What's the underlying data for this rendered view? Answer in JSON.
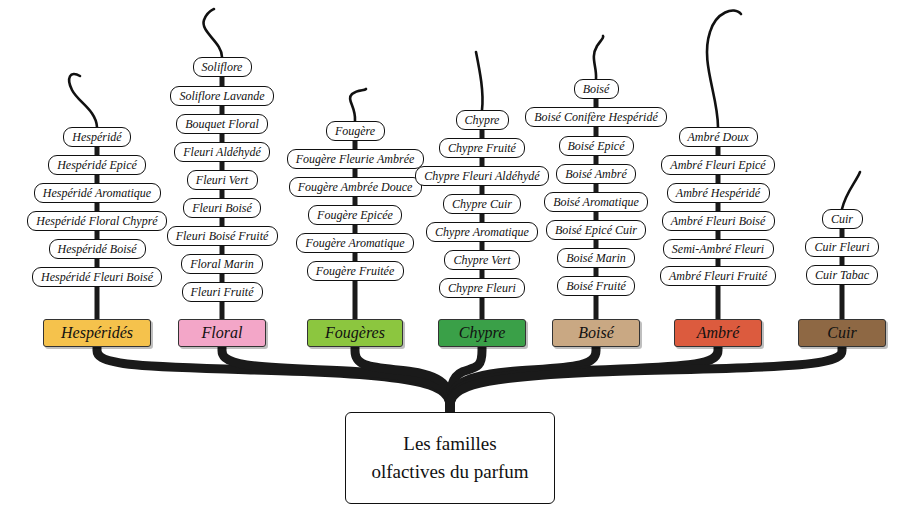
{
  "diagram": {
    "title": "Les familles olfactives du parfum",
    "nodes": [
      {
        "text": [
          "Les familles olfactives du parfum"
        ]
      },
      {
        "text": [
          "Hespéridés"
        ]
      },
      {
        "text": [
          "Hespéridé"
        ]
      },
      {
        "text": [
          "Hespéridé Epicé"
        ]
      },
      {
        "text": [
          "Hespéridé Aromatique"
        ]
      },
      {
        "text": [
          "Hespéridé Floral Chypré"
        ]
      },
      {
        "text": [
          "Hespéridé Boisé"
        ]
      },
      {
        "text": [
          "Hespéridé Fleuri Boisé"
        ]
      },
      {
        "text": [
          "Floral"
        ]
      },
      {
        "text": [
          "Soliflore"
        ]
      },
      {
        "text": [
          "Soliflore Lavande"
        ]
      },
      {
        "text": [
          "Bouquet Floral"
        ]
      },
      {
        "text": [
          "Fleuri Aldéhydé"
        ]
      },
      {
        "text": [
          "Fleuri Vert"
        ]
      },
      {
        "text": [
          "Fleuri Boisé"
        ]
      },
      {
        "text": [
          "Fleuri Boisé Fruité"
        ]
      },
      {
        "text": [
          "Floral Marin"
        ]
      },
      {
        "text": [
          "Fleuri Fruité"
        ]
      },
      {
        "text": [
          "Fougères"
        ]
      },
      {
        "text": [
          "Fougère"
        ]
      },
      {
        "text": [
          "Fougère Fleurie Ambrée"
        ]
      },
      {
        "text": [
          "Fougère Ambrée Douce"
        ]
      },
      {
        "text": [
          "Fougère Epicée"
        ]
      },
      {
        "text": [
          "Fougère Aromatique"
        ]
      },
      {
        "text": [
          "Fougère Fruitée"
        ]
      },
      {
        "text": [
          "Chypre"
        ]
      },
      {
        "text": [
          "Chypre"
        ]
      },
      {
        "text": [
          "Chypre Fruité"
        ]
      },
      {
        "text": [
          "Chypre Fleuri Aldéhydé"
        ]
      },
      {
        "text": [
          "Chypre Cuir"
        ]
      },
      {
        "text": [
          "Chypre Aromatique"
        ]
      },
      {
        "text": [
          "Chypre Vert"
        ]
      },
      {
        "text": [
          "Chypre Fleuri"
        ]
      },
      {
        "text": [
          "Boisé"
        ]
      },
      {
        "text": [
          "Boisé"
        ]
      },
      {
        "text": [
          "Boisé Conifère Hespéridé"
        ]
      },
      {
        "text": [
          "Boisé Epicé"
        ]
      },
      {
        "text": [
          "Boisé Ambré"
        ]
      },
      {
        "text": [
          "Boisé Aromatique"
        ]
      },
      {
        "text": [
          "Boisé Epicé Cuir"
        ]
      },
      {
        "text": [
          "Boisé Marin"
        ]
      },
      {
        "text": [
          "Boisé Fruité"
        ]
      },
      {
        "text": [
          "Ambré"
        ]
      },
      {
        "text": [
          "Ambré Doux"
        ]
      },
      {
        "text": [
          "Ambré Fleuri Epicé"
        ]
      },
      {
        "text": [
          "Ambré Hespéridé"
        ]
      },
      {
        "text": [
          "Ambré Fleuri Boisé"
        ]
      },
      {
        "text": [
          "Semi-Ambré Fleuri"
        ]
      },
      {
        "text": [
          "Ambré Fleuri Fruité"
        ]
      },
      {
        "text": [
          "Cuir"
        ]
      },
      {
        "text": [
          "Cuir"
        ]
      },
      {
        "text": [
          "Cuir Fleuri"
        ]
      },
      {
        "text": [
          "Cuir Tabac"
        ]
      }
    ],
    "edges": [
      {
        "from": 0,
        "to": 1,
        "arrow": "none"
      },
      {
        "from": 0,
        "to": 8,
        "arrow": "none"
      },
      {
        "from": 0,
        "to": 18,
        "arrow": "none"
      },
      {
        "from": 0,
        "to": 25,
        "arrow": "none"
      },
      {
        "from": 0,
        "to": 33,
        "arrow": "none"
      },
      {
        "from": 0,
        "to": 42,
        "arrow": "none"
      },
      {
        "from": 0,
        "to": 49,
        "arrow": "none"
      },
      {
        "from": 1,
        "to": 7,
        "arrow": "none"
      },
      {
        "from": 7,
        "to": 6,
        "arrow": "none"
      },
      {
        "from": 6,
        "to": 5,
        "arrow": "none"
      },
      {
        "from": 5,
        "to": 4,
        "arrow": "none"
      },
      {
        "from": 4,
        "to": 3,
        "arrow": "none"
      },
      {
        "from": 3,
        "to": 2,
        "arrow": "none"
      },
      {
        "from": 8,
        "to": 17,
        "arrow": "none"
      },
      {
        "from": 17,
        "to": 16,
        "arrow": "none"
      },
      {
        "from": 16,
        "to": 15,
        "arrow": "none"
      },
      {
        "from": 15,
        "to": 14,
        "arrow": "none"
      },
      {
        "from": 14,
        "to": 13,
        "arrow": "none"
      },
      {
        "from": 13,
        "to": 12,
        "arrow": "none"
      },
      {
        "from": 12,
        "to": 11,
        "arrow": "none"
      },
      {
        "from": 11,
        "to": 10,
        "arrow": "none"
      },
      {
        "from": 10,
        "to": 9,
        "arrow": "none"
      },
      {
        "from": 18,
        "to": 24,
        "arrow": "none"
      },
      {
        "from": 24,
        "to": 23,
        "arrow": "none"
      },
      {
        "from": 23,
        "to": 22,
        "arrow": "none"
      },
      {
        "from": 22,
        "to": 21,
        "arrow": "none"
      },
      {
        "from": 21,
        "to": 20,
        "arrow": "none"
      },
      {
        "from": 20,
        "to": 19,
        "arrow": "none"
      },
      {
        "from": 25,
        "to": 32,
        "arrow": "none"
      },
      {
        "from": 32,
        "to": 31,
        "arrow": "none"
      },
      {
        "from": 31,
        "to": 30,
        "arrow": "none"
      },
      {
        "from": 30,
        "to": 29,
        "arrow": "none"
      },
      {
        "from": 29,
        "to": 28,
        "arrow": "none"
      },
      {
        "from": 28,
        "to": 27,
        "arrow": "none"
      },
      {
        "from": 27,
        "to": 26,
        "arrow": "none"
      },
      {
        "from": 33,
        "to": 41,
        "arrow": "none"
      },
      {
        "from": 41,
        "to": 40,
        "arrow": "none"
      },
      {
        "from": 40,
        "to": 39,
        "arrow": "none"
      },
      {
        "from": 39,
        "to": 38,
        "arrow": "none"
      },
      {
        "from": 38,
        "to": 37,
        "arrow": "none"
      },
      {
        "from": 37,
        "to": 36,
        "arrow": "none"
      },
      {
        "from": 36,
        "to": 35,
        "arrow": "none"
      },
      {
        "from": 35,
        "to": 34,
        "arrow": "none"
      },
      {
        "from": 42,
        "to": 48,
        "arrow": "none"
      },
      {
        "from": 48,
        "to": 47,
        "arrow": "none"
      },
      {
        "from": 47,
        "to": 46,
        "arrow": "none"
      },
      {
        "from": 46,
        "to": 45,
        "arrow": "none"
      },
      {
        "from": 45,
        "to": 44,
        "arrow": "none"
      },
      {
        "from": 44,
        "to": 43,
        "arrow": "none"
      },
      {
        "from": 49,
        "to": 52,
        "arrow": "none"
      },
      {
        "from": 52,
        "to": 51,
        "arrow": "none"
      },
      {
        "from": 51,
        "to": 50,
        "arrow": "none"
      }
    ]
  }
}
